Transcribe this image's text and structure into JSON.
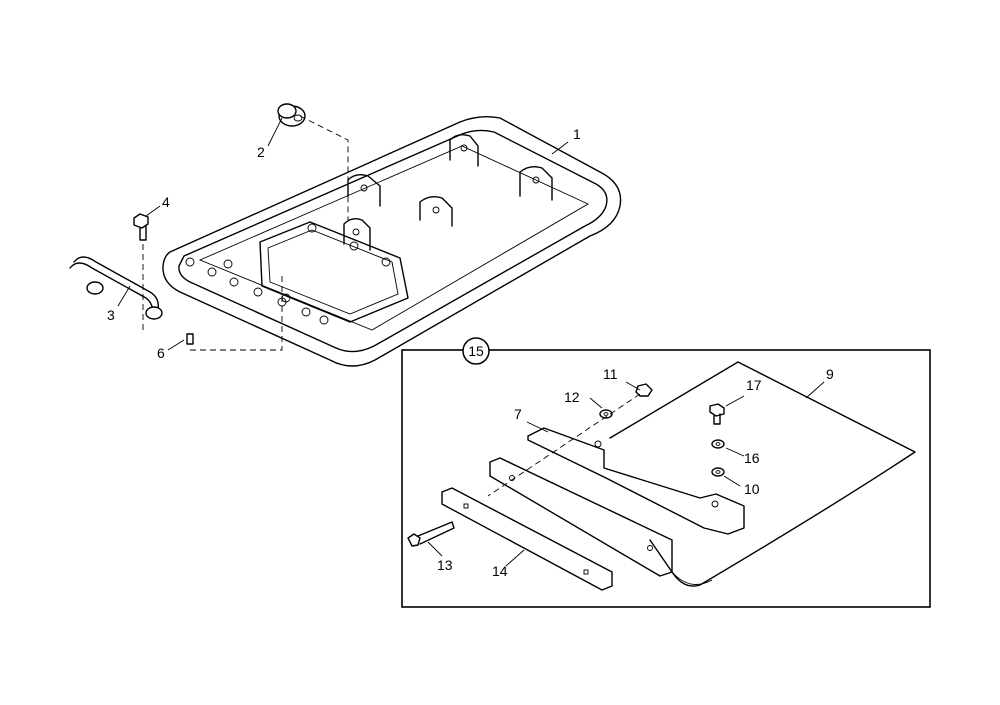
{
  "labels": {
    "p1": "1",
    "p2": "2",
    "p3": "3",
    "p4": "4",
    "p6": "6",
    "p7": "7",
    "p9": "9",
    "p10": "10",
    "p11": "11",
    "p12": "12",
    "p13": "13",
    "p14": "14",
    "p15": "15",
    "p16": "16",
    "p17": "17"
  }
}
